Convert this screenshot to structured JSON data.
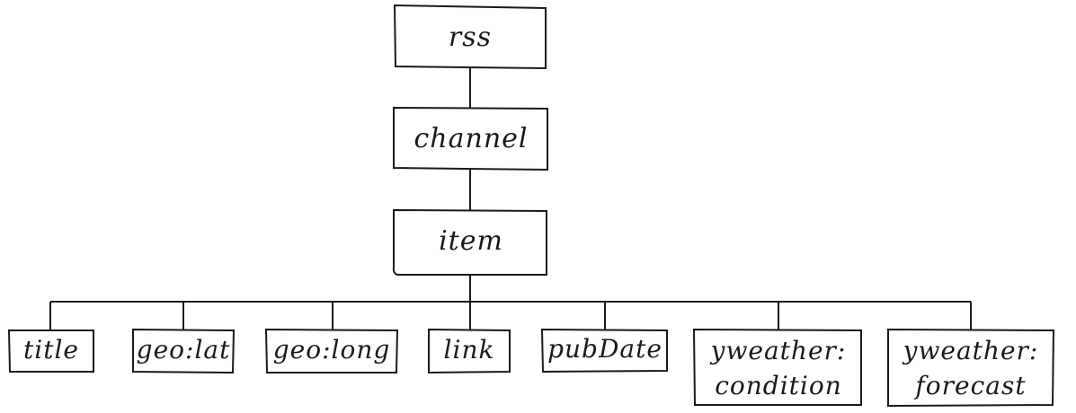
{
  "tree": {
    "root": {
      "label": "rss"
    },
    "channel": {
      "label": "channel"
    },
    "item": {
      "label": "item"
    },
    "children": [
      {
        "label": "title"
      },
      {
        "label": "geo:lat"
      },
      {
        "label": "geo:long"
      },
      {
        "label": "link"
      },
      {
        "label": "pubDate"
      },
      {
        "label_line1": "yweather:",
        "label_line2": "condition"
      },
      {
        "label_line1": "yweather:",
        "label_line2": "forecast"
      }
    ]
  }
}
